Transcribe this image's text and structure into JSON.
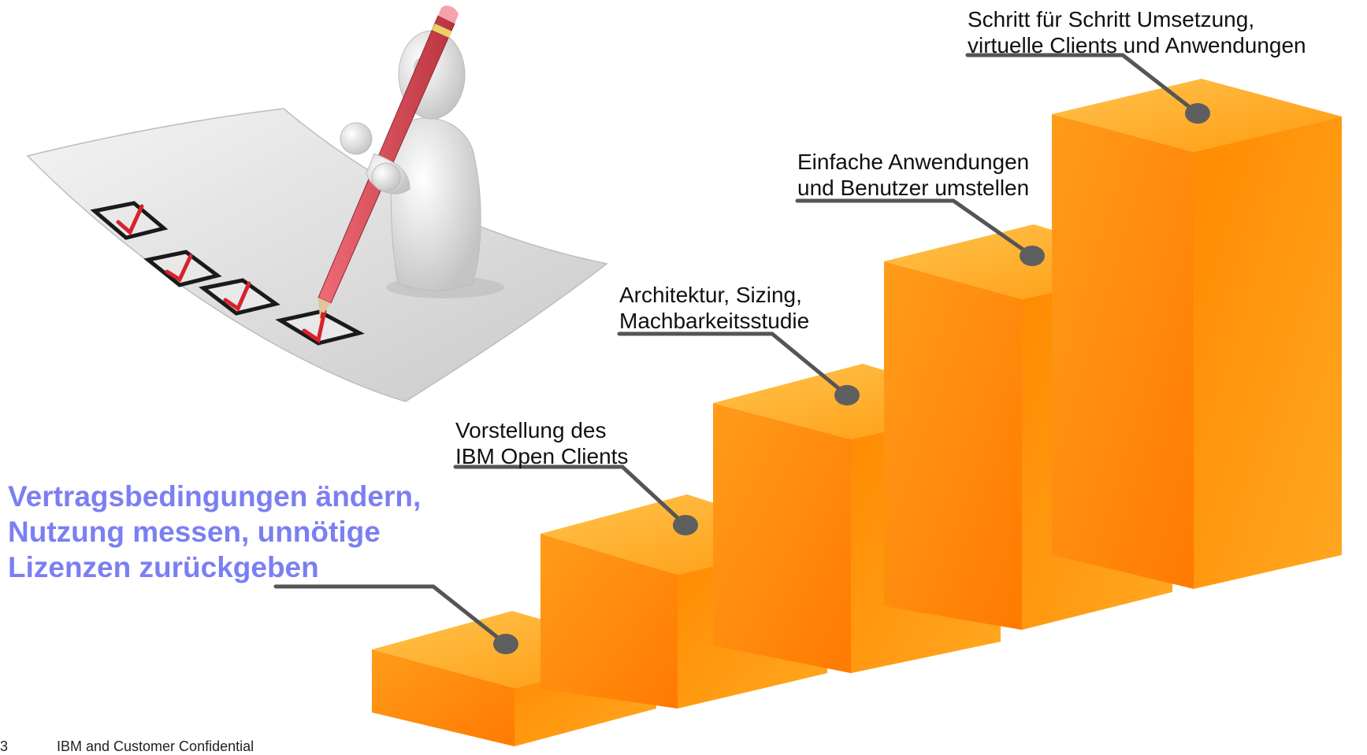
{
  "labels": {
    "main": [
      "Vertragsbedingungen ändern,",
      "Nutzung messen, unnötige",
      "Lizenzen zurückgeben"
    ],
    "step1": [
      "Vorstellung des",
      "IBM Open Clients"
    ],
    "step2": [
      "Architektur, Sizing,",
      "Machbarkeitsstudie"
    ],
    "step3": [
      "Einfache Anwendungen",
      "und Benutzer umstellen"
    ],
    "step4": [
      "Schritt für Schritt Umsetzung,",
      "virtuelle Clients und Anwendungen"
    ]
  },
  "footer": {
    "page_number": "3",
    "confidentiality": "IBM and Customer Confidential"
  },
  "colors": {
    "accent_text": "#7b7ff2",
    "step_orange": "#ff8c00",
    "pin_gray": "#606060"
  },
  "icons": [
    "checklist-paper-icon",
    "figure-with-pencil-icon",
    "checkmark-icon"
  ]
}
